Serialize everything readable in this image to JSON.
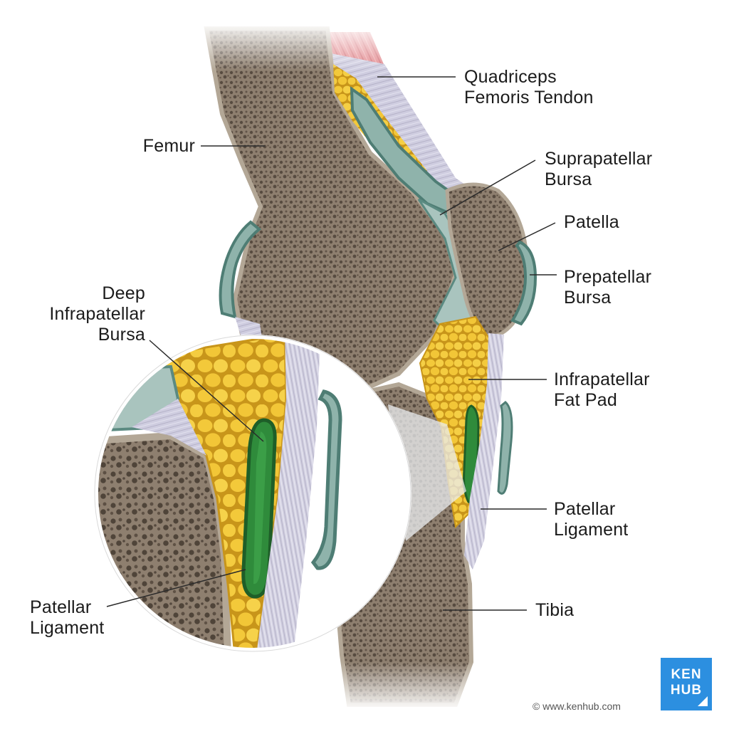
{
  "labels": {
    "quadriceps_tendon": [
      "Quadriceps",
      "Femoris Tendon"
    ],
    "femur": [
      "Femur"
    ],
    "suprapatellar_bursa": [
      "Suprapatellar",
      "Bursa"
    ],
    "patella": [
      "Patella"
    ],
    "prepatellar_bursa": [
      "Prepatellar",
      "Bursa"
    ],
    "deep_infrapatellar_bursa": [
      "Deep",
      "Infrapatellar",
      "Bursa"
    ],
    "infrapatellar_fat_pad": [
      "Infrapatellar",
      "Fat Pad"
    ],
    "patellar_ligament": [
      "Patellar",
      "Ligament"
    ],
    "patellar_ligament_inset": [
      "Patellar",
      "Ligament"
    ],
    "tibia": [
      "Tibia"
    ]
  },
  "logo": {
    "line1": "KEN",
    "line2": "HUB"
  },
  "credit": "© www.kenhub.com",
  "colors": {
    "bone": "#8e7f6f",
    "bone_edge": "#b3a796",
    "bone_pores": "#574b40",
    "fat": "#f3c93a",
    "fat_edge": "#c8951a",
    "bursa": "#6f9a92",
    "bursa_light": "#b2cbc5",
    "deep_bursa": "#2e8a3a",
    "ligament": "#cbc9da",
    "muscle": "#e2858c",
    "logo": "#2c8fe0"
  }
}
